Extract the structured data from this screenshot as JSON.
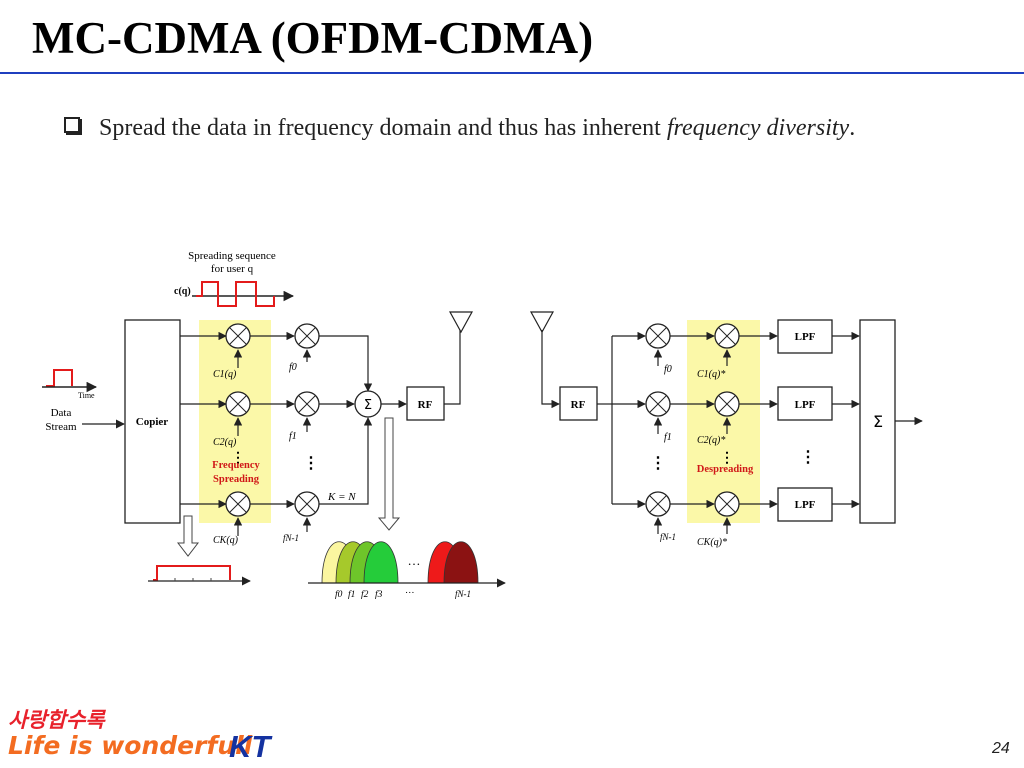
{
  "slide": {
    "title": "MC-CDMA (OFDM-CDMA)",
    "bullet_plain": "Spread the data in frequency domain and thus has inherent ",
    "bullet_italic": "frequency diversity",
    "bullet_end": ".",
    "page_number": "24"
  },
  "transmitter": {
    "spreading_title_line1": "Spreading sequence",
    "spreading_title_line2": "for user q",
    "code_label": "c(q)",
    "input_label_line1": "Data",
    "input_label_line2": "Stream",
    "time_label": "Time",
    "copier_label": "Copier",
    "code_labels": [
      "C1(q)",
      "C2(q)",
      "CK(q)"
    ],
    "freq_labels": [
      "f0",
      "f1",
      "fN-1"
    ],
    "spreading_label_line1": "Frequency",
    "spreading_label_line2": "Spreading",
    "k_equals_n": "K = N",
    "sum_symbol": "Σ",
    "rf_label": "RF",
    "spectrum_labels": [
      "f0",
      "f1",
      "f2",
      "f3",
      "…",
      "fN-1"
    ],
    "spectrum_dots": "…"
  },
  "receiver": {
    "rf_label": "RF",
    "freq_labels": [
      "f0",
      "f1",
      "fN-1"
    ],
    "code_labels": [
      "C1(q)*",
      "C2(q)*",
      "CK(q)*"
    ],
    "despreading_label": "Despreading",
    "lpf_labels": [
      "LPF",
      "LPF",
      "LPF"
    ],
    "sum_symbol": "Σ"
  },
  "brand": {
    "korean": "사랑합수록",
    "life": "Life is wonderfull",
    "kt": "KT"
  },
  "colors": {
    "title_rule": "#1f3fbf",
    "highlight": "#fbf8a8",
    "code_red": "#e31b1b",
    "label_red": "#d01818",
    "spectrum": [
      "#fbf6a0",
      "#a6c92b",
      "#6ec52a",
      "#25cc3a",
      "#ee1a1a",
      "#8b1212"
    ]
  }
}
